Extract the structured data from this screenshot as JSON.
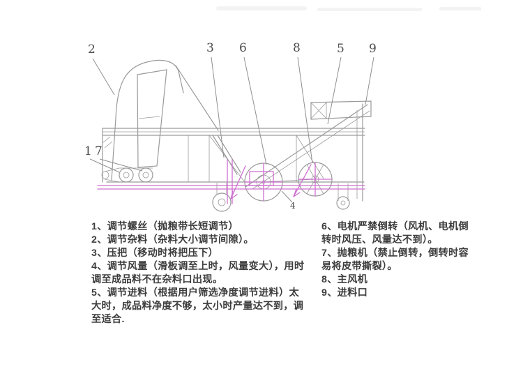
{
  "callouts": {
    "n1": "1",
    "n2": "2",
    "n3": "3",
    "n4": "4",
    "n5": "5",
    "n6": "6",
    "n7": "7",
    "n8": "8",
    "n9": "9"
  },
  "notes": {
    "left": [
      "1、调节螺丝（抛粮带长短调节）",
      "2、调节杂料（杂料大小调节间隙）。",
      "3、压把（移动时将把压下）",
      "4、调节风量（滑板调至上时，风量变大），用时调至成品料不在杂料口出现。",
      "5、调节进料（根据用户筛选净度调节进料）太大时，成品料净度不够，太小时产量达不到，调至适合."
    ],
    "right": [
      "6、电机严禁倒转（风机、电机倒转时风压、风量达不到）。",
      "7、抛粮机（禁止倒转，倒转时容易将皮带撕裂）。",
      "8、主风机",
      "9、进料口"
    ]
  },
  "colors": {
    "machine_line": "#9a9a9a",
    "overlay_line": "#cf6fcf",
    "text": "#3d3d3d",
    "background": "#ffffff"
  }
}
